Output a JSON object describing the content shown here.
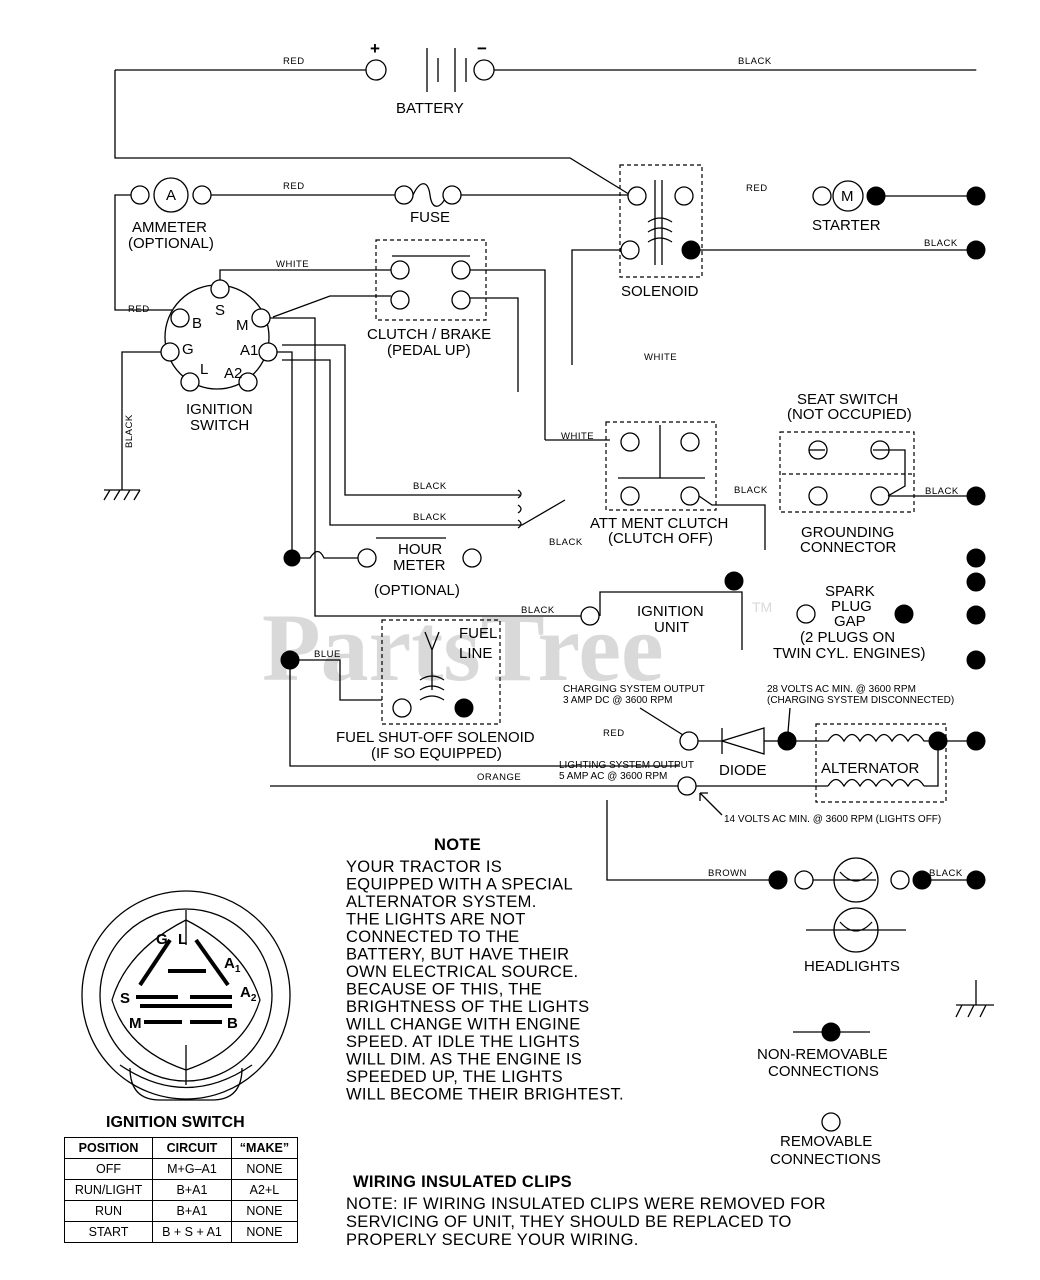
{
  "watermark": {
    "text": "PartsTree",
    "tm": "TM"
  },
  "components": {
    "battery": {
      "label": "BATTERY",
      "plus": "+",
      "minus": "−"
    },
    "ammeter": {
      "label": "AMMETER",
      "sub": "(OPTIONAL)",
      "symbol": "A"
    },
    "fuse": {
      "label": "FUSE"
    },
    "solenoid": {
      "label": "SOLENOID"
    },
    "starter": {
      "label": "STARTER",
      "symbol": "M"
    },
    "clutch_brake": {
      "label": "CLUTCH / BRAKE",
      "sub": "(PEDAL UP)"
    },
    "ignition_switch": {
      "label": "IGNITION",
      "sub": "SWITCH",
      "terminals": [
        "B",
        "S",
        "M",
        "G",
        "A1",
        "L",
        "A2"
      ]
    },
    "seat_switch": {
      "label": "SEAT SWITCH",
      "sub": "(NOT OCCUPIED)"
    },
    "att_clutch": {
      "label": "ATT MENT CLUTCH",
      "sub": "(CLUTCH OFF)"
    },
    "grounding_connector": {
      "label": "GROUNDING",
      "sub": "CONNECTOR"
    },
    "hour_meter": {
      "label": "HOUR",
      "sub": "METER",
      "optional": "(OPTIONAL)"
    },
    "ignition_unit": {
      "label": "IGNITION",
      "sub": "UNIT"
    },
    "spark_plug": {
      "lines": [
        "SPARK",
        "PLUG",
        "GAP",
        "(2 PLUGS ON",
        "TWIN CYL. ENGINES)"
      ]
    },
    "fuel_solenoid": {
      "label": "FUEL SHUT-OFF SOLENOID",
      "sub": "(IF SO EQUIPPED)",
      "fuel": "FUEL",
      "line": "LINE"
    },
    "diode": {
      "label": "DIODE"
    },
    "alternator": {
      "label": "ALTERNATOR"
    },
    "headlights": {
      "label": "HEADLIGHTS"
    }
  },
  "wire_labels": {
    "red1": "RED",
    "black1": "BLACK",
    "red2": "RED",
    "red3": "RED",
    "red4": "RED",
    "black2": "BLACK",
    "white1": "WHITE",
    "white2": "WHITE",
    "white3": "WHITE",
    "black_v": "BLACK",
    "black3": "BLACK",
    "black4": "BLACK",
    "black5": "BLACK",
    "black6": "BLACK",
    "black7": "BLACK",
    "black8": "BLACK",
    "blue": "BLUE",
    "orange": "ORANGE",
    "brown": "BROWN",
    "black9": "BLACK",
    "red5": "RED"
  },
  "specs": {
    "charging_output": [
      "CHARGING SYSTEM OUTPUT",
      "3 AMP DC @ 3600 RPM"
    ],
    "volts28": [
      "28 VOLTS AC MIN. @ 3600 RPM",
      "(CHARGING SYSTEM DISCONNECTED)"
    ],
    "lighting_output": [
      "LIGHTING SYSTEM OUTPUT",
      "5 AMP AC @ 3600 RPM"
    ],
    "volts14": "14 VOLTS AC MIN. @ 3600 RPM (LIGHTS OFF)"
  },
  "note": {
    "title": "NOTE",
    "lines": [
      "YOUR TRACTOR IS",
      "EQUIPPED WITH A SPECIAL",
      "ALTERNATOR SYSTEM.",
      "THE LIGHTS ARE NOT",
      "CONNECTED TO THE",
      "BATTERY, BUT HAVE THEIR",
      "OWN ELECTRICAL SOURCE.",
      "BECAUSE OF THIS, THE",
      "BRIGHTNESS OF THE LIGHTS",
      "WILL CHANGE WITH ENGINE",
      "SPEED.  AT IDLE THE LIGHTS",
      "WILL DIM.  AS THE ENGINE IS",
      "SPEEDED UP, THE LIGHTS",
      "WILL BECOME THEIR BRIGHTEST."
    ]
  },
  "legend": {
    "non_removable": [
      "NON-REMOVABLE",
      "CONNECTIONS"
    ],
    "removable": [
      "REMOVABLE",
      "CONNECTIONS"
    ]
  },
  "clips": {
    "title": "WIRING INSULATED CLIPS",
    "lines": [
      "NOTE: IF WIRING INSULATED CLIPS WERE REMOVED FOR",
      "SERVICING OF UNIT, THEY SHOULD BE REPLACED TO",
      "PROPERLY SECURE YOUR WIRING."
    ]
  },
  "switch_face": {
    "title": "IGNITION SWITCH",
    "labels": {
      "g": "G",
      "l": "L",
      "a1": "A",
      "a1sub": "1",
      "s": "S",
      "a2": "A",
      "a2sub": "2",
      "m": "M",
      "b": "B"
    }
  },
  "ignition_table": {
    "headers": [
      "POSITION",
      "CIRCUIT",
      "“MAKE”"
    ],
    "rows": [
      [
        "OFF",
        "M+G–A1",
        "NONE"
      ],
      [
        "RUN/LIGHT",
        "B+A1",
        "A2+L"
      ],
      [
        "RUN",
        "B+A1",
        "NONE"
      ],
      [
        "START",
        "B + S + A1",
        "NONE"
      ]
    ]
  }
}
